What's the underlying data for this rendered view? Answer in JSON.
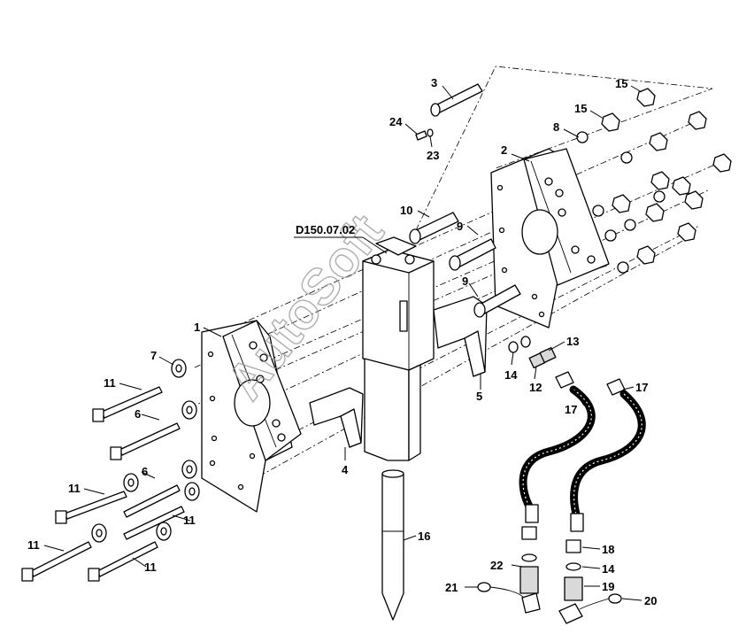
{
  "watermark": "AutoSoft",
  "assembly_label": "D150.07.02",
  "callouts": {
    "c1": "1",
    "c2": "2",
    "c3": "3",
    "c4": "4",
    "c5": "5",
    "c6a": "6",
    "c6b": "6",
    "c7": "7",
    "c8": "8",
    "c9a": "9",
    "c9b": "9",
    "c10": "10",
    "c11a": "11",
    "c11b": "11",
    "c11c": "11",
    "c11d": "11",
    "c11e": "11",
    "c12": "12",
    "c13": "13",
    "c14a": "14",
    "c14b": "14",
    "c15a": "15",
    "c15b": "15",
    "c16": "16",
    "c17a": "17",
    "c17b": "17",
    "c18": "18",
    "c19": "19",
    "c20": "20",
    "c21": "21",
    "c22": "22",
    "c23": "23",
    "c24": "24"
  }
}
